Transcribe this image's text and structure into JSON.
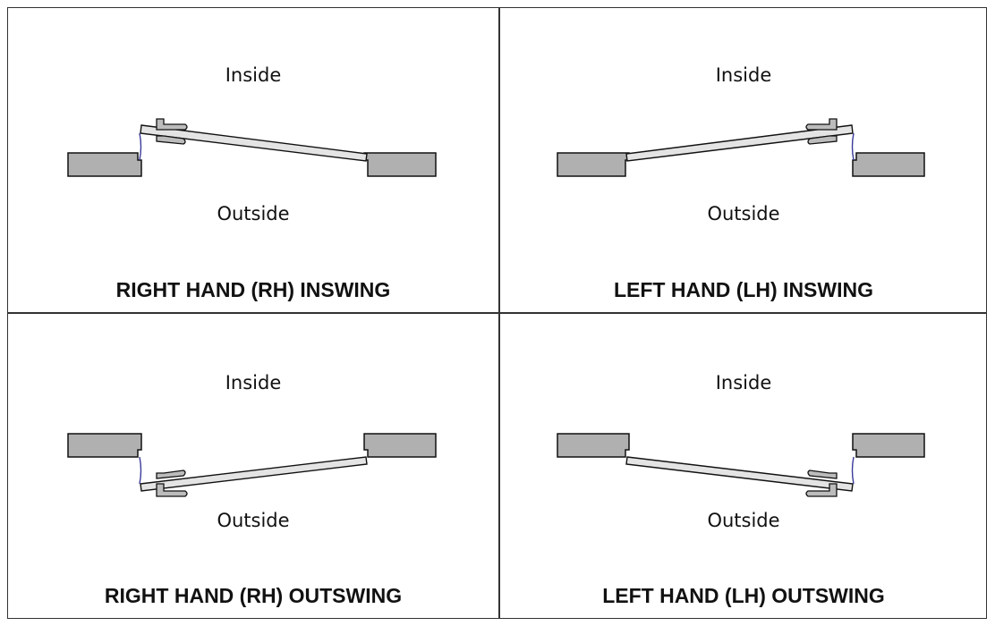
{
  "panels": [
    {
      "inside": "Inside",
      "outside": "Outside",
      "title": "RIGHT HAND (RH) INSWING"
    },
    {
      "inside": "Inside",
      "outside": "Outside",
      "title": "LEFT HAND (LH) INSWING"
    },
    {
      "inside": "Inside",
      "outside": "Outside",
      "title": "RIGHT HAND (RH) OUTSWING"
    },
    {
      "inside": "Inside",
      "outside": "Outside",
      "title": "LEFT HAND (LH) OUTSWING"
    }
  ],
  "colors": {
    "wall": "#b0b0b0",
    "door_slab": "#e4e4e4",
    "weatherstrip": "#3a3a9a",
    "border": "#333333"
  }
}
